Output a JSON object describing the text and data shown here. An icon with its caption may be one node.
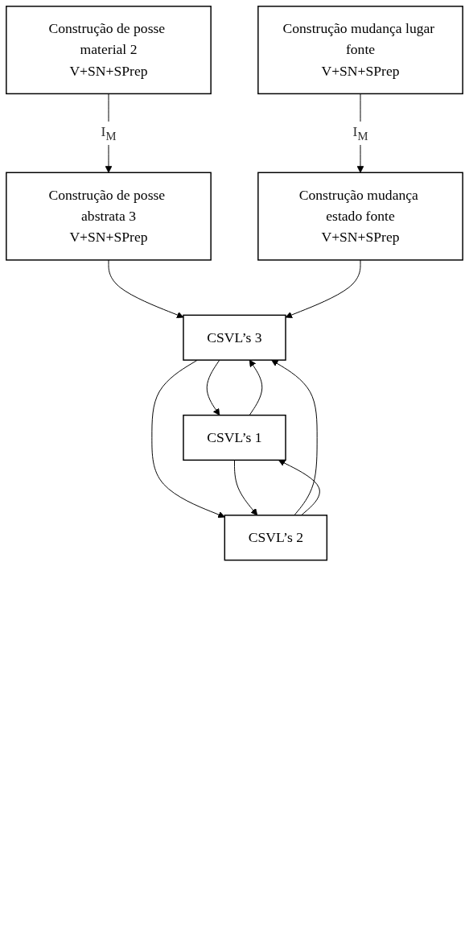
{
  "diagram": {
    "nodes": [
      {
        "text": [
          "Construção de posse material 2",
          "V+SN+SPrep"
        ]
      },
      {
        "text": [
          "Construção mudança lugar fonte",
          "V+SN+SPrep"
        ]
      },
      {
        "text": [
          "Construção de posse abstrata 3",
          "V+SN+SPrep"
        ]
      },
      {
        "text": [
          "Construção mudança estado fonte",
          "V+SN+SPrep"
        ]
      },
      {
        "text": [
          "CSVL’s 3"
        ]
      },
      {
        "text": [
          "CSVL’s 1"
        ]
      },
      {
        "text": [
          "CSVL’s 2"
        ]
      }
    ],
    "edges": [
      {
        "from": 0,
        "to": 2,
        "arrow": "to",
        "label": "I$_{M}$"
      },
      {
        "from": 1,
        "to": 3,
        "arrow": "to",
        "label": "I$_{M}$"
      },
      {
        "from": 2,
        "to": 4,
        "arrow": "to"
      },
      {
        "from": 3,
        "to": 4,
        "arrow": "to"
      },
      {
        "from": 5,
        "to": 4,
        "arrow": "to"
      },
      {
        "from": 4,
        "to": 5,
        "arrow": "to"
      },
      {
        "from": 4,
        "to": 6,
        "arrow": "to"
      },
      {
        "from": 6,
        "to": 4,
        "arrow": "to"
      },
      {
        "from": 6,
        "to": 5,
        "arrow": "to"
      },
      {
        "from": 5,
        "to": 6,
        "arrow": "to"
      }
    ]
  }
}
